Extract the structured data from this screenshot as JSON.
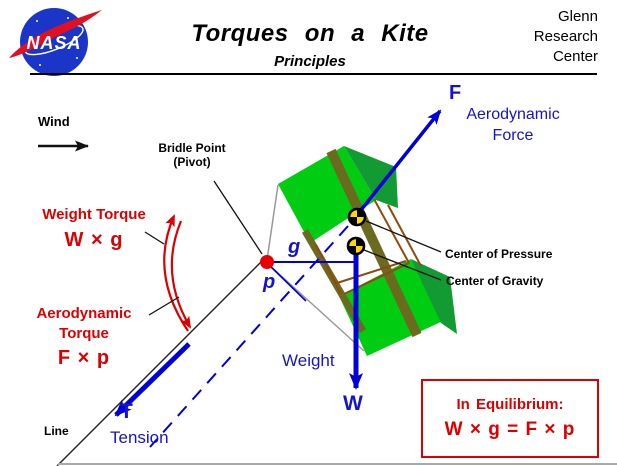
{
  "header": {
    "logo_text": "NASA",
    "title": "Torques on a Kite",
    "subtitle": "Principles",
    "org_line1": "Glenn",
    "org_line2": "Research",
    "org_line3": "Center"
  },
  "diagram": {
    "wind_label": "Wind",
    "bridle_point_line1": "Bridle Point",
    "bridle_point_line2": "(Pivot)",
    "weight_torque_title": "Weight Torque",
    "weight_torque_formula": "W × g",
    "aero_torque_line1": "Aerodynamic",
    "aero_torque_line2": "Torque",
    "aero_torque_formula": "F × p",
    "force_symbol": "F",
    "force_label_line1": "Aerodynamic",
    "force_label_line2": "Force",
    "moment_arm_g": "g",
    "moment_arm_p": "p",
    "center_of_pressure_label": "Center of Pressure",
    "center_of_gravity_label": "Center of Gravity",
    "weight_label": "Weight",
    "weight_symbol": "W",
    "tension_symbol": "T",
    "tension_label": "Tension",
    "line_label": "Line"
  },
  "equilibrium_box": {
    "title": "In Equilibrium:",
    "formula": "W × g = F × p"
  },
  "colors": {
    "vector_blue": "#0000D8",
    "text_blue": "#1414CC",
    "accent_red": "#DD0000",
    "bridle_point_red": "#E80000",
    "kite_green_light": "#00CC11",
    "kite_green_dark": "#129A33",
    "spar_olive": "#6B6B1F",
    "frame_brown": "#8F4A10",
    "marker_yellow": "#FFD800"
  }
}
